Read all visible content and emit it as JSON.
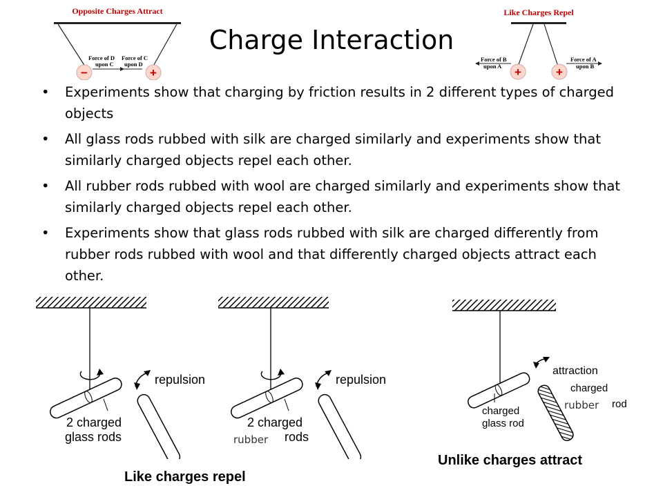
{
  "slide": {
    "title": "Charge Interaction",
    "bullets": [
      "Experiments show that charging by friction results in 2 different types of charged objects",
      "All glass rods rubbed with silk are charged similarly and experiments show that similarly charged objects repel each other.",
      "All rubber rods rubbed with wool are charged similarly and experiments show that similarly charged objects repel each other.",
      "Experiments show that glass rods rubbed with silk are charged differently from rubber rods rubbed with wool and that differently charged objects attract each other."
    ],
    "bullet_symbol": "•"
  },
  "top_left_figure": {
    "title": "Opposite Charges Attract",
    "force_left": [
      "Force of D",
      "upon C"
    ],
    "force_right": [
      "Force of C",
      "upon D"
    ],
    "charge_left": "−",
    "charge_right": "+"
  },
  "top_right_figure": {
    "title": "Like Charges Repel",
    "force_left": [
      "Force of B",
      "upon A"
    ],
    "force_right": [
      "Force of A",
      "upon B"
    ],
    "charge_left": "+",
    "charge_right": "+"
  },
  "bottom_figures": {
    "repulsion_label": "repulsion",
    "attraction_label": "attraction",
    "glass_label_1": "2 charged",
    "glass_label_2": "glass rods",
    "mixed_label_1": "2 charged",
    "mixed_label_2": "rods",
    "charged_glass_1": "charged",
    "charged_glass_2": "glass rod",
    "charged_rod_1": "charged",
    "charged_rod_2": "rod",
    "rubber_note_1": "rubber",
    "rubber_note_2": "rubber",
    "caption_repel": "Like charges repel",
    "caption_attract": "Unlike charges attract"
  },
  "colors": {
    "title_red": "#c00000",
    "charge_fill": "#ffd6cc"
  }
}
